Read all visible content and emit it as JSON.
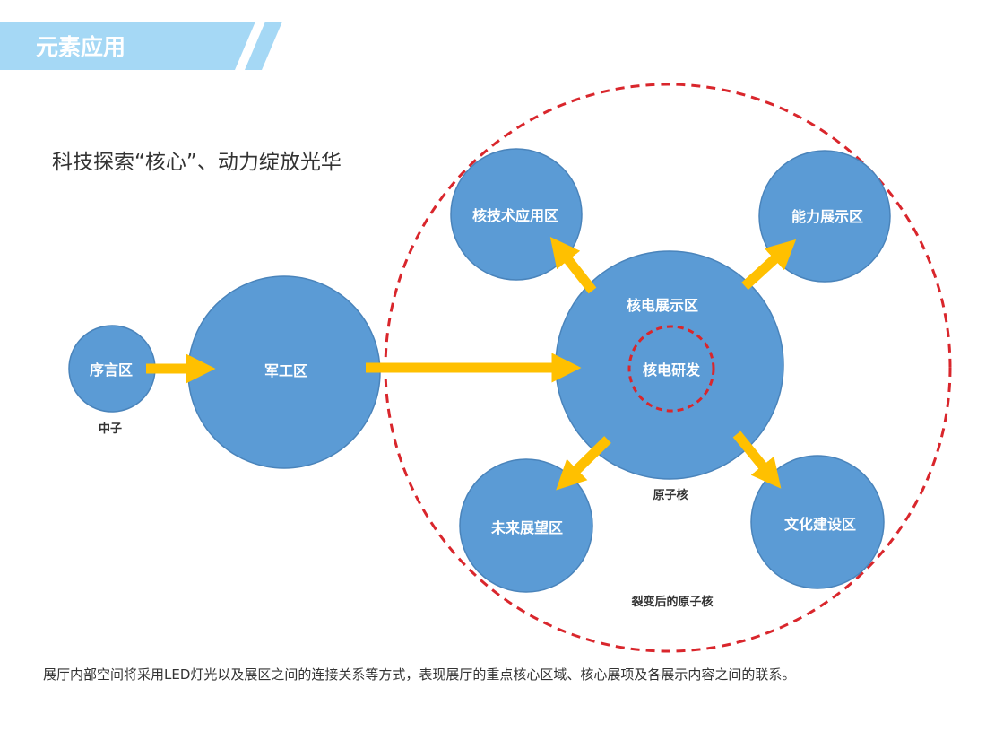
{
  "header": {
    "title": "元素应用",
    "banner_color": "#a5d8f5"
  },
  "subtitle": "科技探索“核心”、动力绽放光华",
  "footnote": "展厅内部空间将采用LED灯光以及展区之间的连接关系等方式，表现展厅的重点核心区域、核心展项及各展示内容之间的联系。",
  "colors": {
    "node": "#5b9bd5",
    "node_stroke": "#4a84bb",
    "arrow": "#ffc000",
    "dashed_ring": "#d9262c"
  },
  "nodes": {
    "preface": "序言区",
    "military": "军工区",
    "nuclear_display": "核电展示区",
    "nuclear_rnd": "核电研发",
    "tech_application": "核技术应用区",
    "capability": "能力展示区",
    "future": "未来展望区",
    "culture": "文化建设区"
  },
  "captions": {
    "neutron": "中子",
    "atomic_nucleus": "原子核",
    "fission_nucleus": "裂变后的原子核"
  }
}
